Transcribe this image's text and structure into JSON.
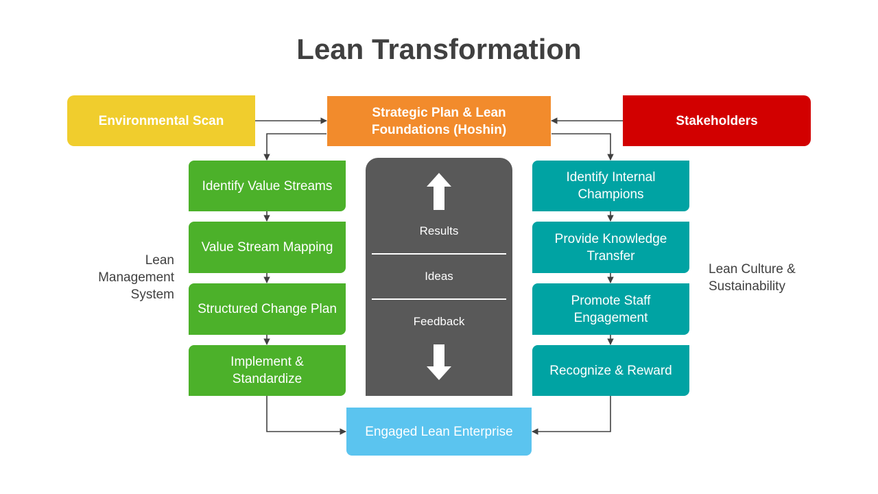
{
  "title": "Lean Transformation",
  "top_row": {
    "environmental_scan": "Environmental Scan",
    "strategic_plan": "Strategic Plan & Lean Foundations (Hoshin)",
    "stakeholders": "Stakeholders"
  },
  "left_label": "Lean Management System",
  "right_label": "Lean Culture & Sustainability",
  "left_steps": [
    "Identify Value Streams",
    "Value Stream Mapping",
    "Structured Change Plan",
    "Implement & Standardize"
  ],
  "right_steps": [
    "Identify Internal Champions",
    "Provide Knowledge Transfer",
    "Promote Staff Engagement",
    "Recognize & Reward"
  ],
  "center_panel": {
    "results": "Results",
    "ideas": "Ideas",
    "feedback": "Feedback"
  },
  "bottom": "Engaged Lean Enterprise",
  "colors": {
    "environmental_scan": "#f0cd2d",
    "strategic_plan": "#f28b2c",
    "stakeholders": "#d20000",
    "left_steps": "#4cb12a",
    "right_steps": "#00a3a3",
    "center_panel": "#595959",
    "bottom": "#5bc4ef"
  }
}
